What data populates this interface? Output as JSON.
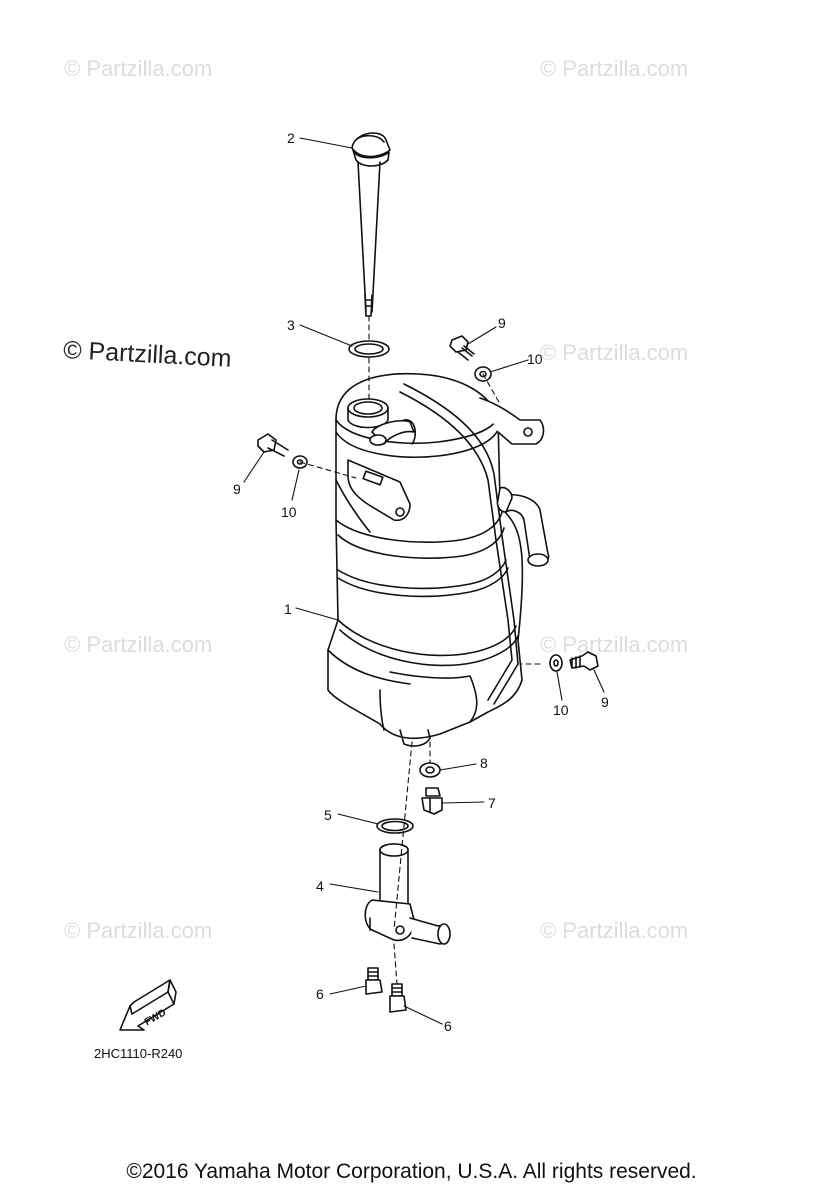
{
  "watermarks": [
    "© Partzilla.com",
    "© Partzilla.com",
    "© Partzilla.com",
    "© Partzilla.com",
    "© Partzilla.com",
    "© Partzilla.com",
    "© Partzilla.com",
    "© Partzilla.com"
  ],
  "watermark_prominent": "© Partzilla.com",
  "callouts": [
    "2",
    "3",
    "9",
    "10",
    "9",
    "10",
    "1",
    "10",
    "9",
    "8",
    "7",
    "5",
    "4",
    "6",
    "6"
  ],
  "fwd_label": "FWD",
  "diagram_code": "2HC1110-R240",
  "copyright": "©2016 Yamaha Motor Corporation, U.S.A. All rights reserved."
}
